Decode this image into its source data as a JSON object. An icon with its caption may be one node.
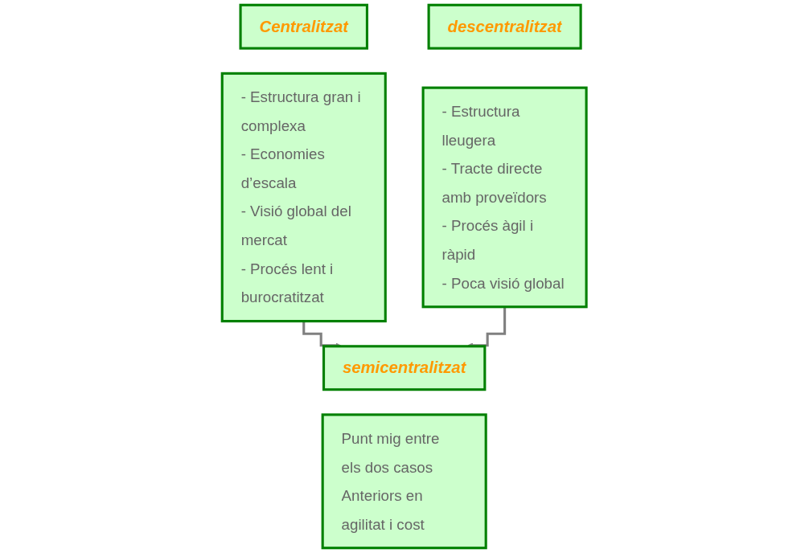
{
  "diagram": {
    "nodes": [
      {
        "text": [
          "Centralitzat"
        ]
      },
      {
        "text": [
          "- Estructura gran i complexa",
          "- Economies d’escala",
          "- Visió global del mercat",
          "- Procés lent i burocratitzat"
        ]
      },
      {
        "text": [
          "descentralitzat"
        ]
      },
      {
        "text": [
          "- Estructura lleugera",
          "- Tracte directe amb proveïdors",
          "- Procés àgil i ràpid",
          "- Poca visió global"
        ]
      },
      {
        "text": [
          "semicentralitzat"
        ]
      },
      {
        "text": [
          "Punt mig entre els dos casos",
          "Anteriors en agilitat i cost"
        ]
      }
    ],
    "edges": [
      {
        "from": 1,
        "to": 4,
        "arrow": "to"
      },
      {
        "from": 3,
        "to": 4,
        "arrow": "to"
      }
    ]
  }
}
